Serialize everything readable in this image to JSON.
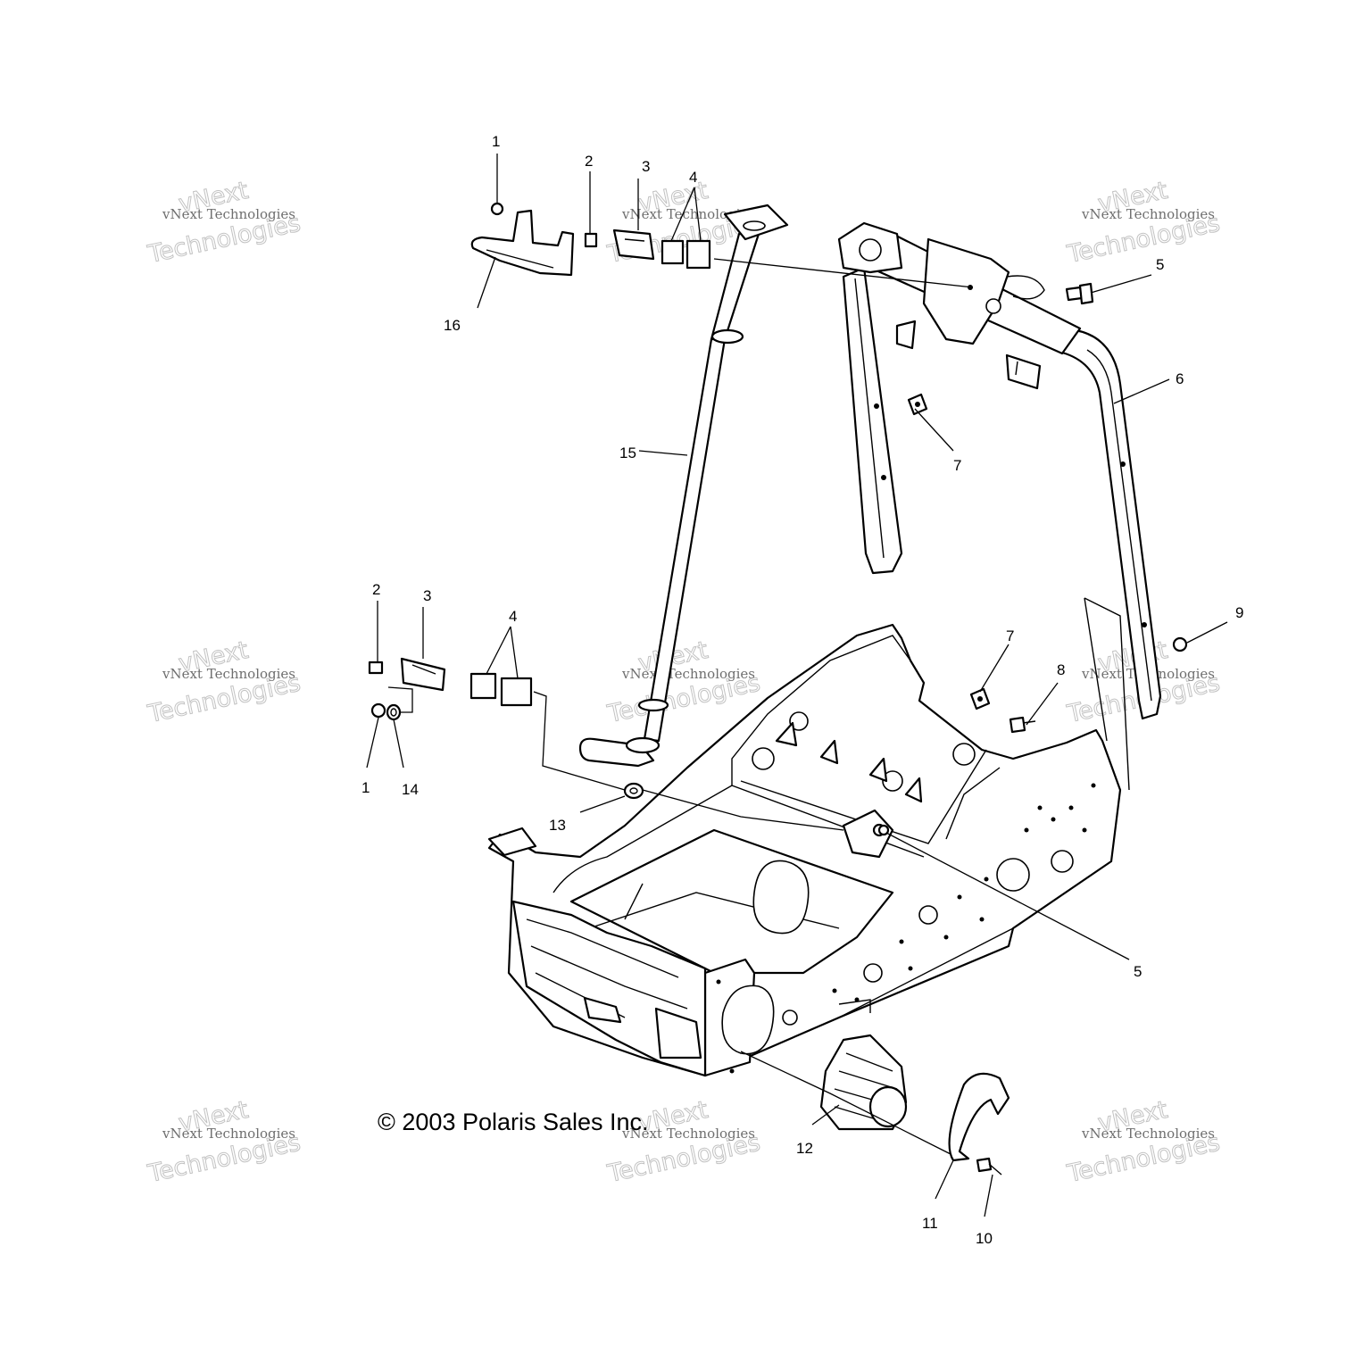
{
  "copyright": "© 2003 Polaris Sales Inc.",
  "watermark": {
    "line1": "vNext",
    "line2": "vNext Technologies",
    "line3": "Technologies"
  },
  "callouts": [
    {
      "id": "c1a",
      "label": "1"
    },
    {
      "id": "c2a",
      "label": "2"
    },
    {
      "id": "c3a",
      "label": "3"
    },
    {
      "id": "c4a",
      "label": "4"
    },
    {
      "id": "c5a",
      "label": "5"
    },
    {
      "id": "c6",
      "label": "6"
    },
    {
      "id": "c7a",
      "label": "7"
    },
    {
      "id": "c15",
      "label": "15"
    },
    {
      "id": "c16",
      "label": "16"
    },
    {
      "id": "c2b",
      "label": "2"
    },
    {
      "id": "c3b",
      "label": "3"
    },
    {
      "id": "c4b",
      "label": "4"
    },
    {
      "id": "c1b",
      "label": "1"
    },
    {
      "id": "c14",
      "label": "14"
    },
    {
      "id": "c7b",
      "label": "7"
    },
    {
      "id": "c8",
      "label": "8"
    },
    {
      "id": "c9",
      "label": "9"
    },
    {
      "id": "c13",
      "label": "13"
    },
    {
      "id": "c5b",
      "label": "5"
    },
    {
      "id": "c12",
      "label": "12"
    },
    {
      "id": "c11",
      "label": "11"
    },
    {
      "id": "c10",
      "label": "10"
    }
  ]
}
